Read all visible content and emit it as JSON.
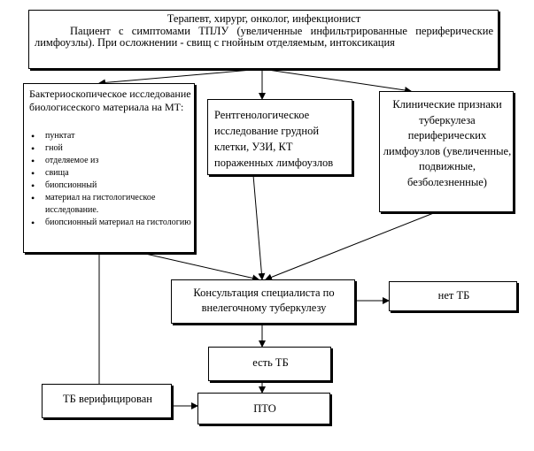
{
  "top_box": {
    "title": "Терапевт, хирург, онколог, инфекционист",
    "text": "Пациент с симптомами ТПЛУ (увеличенные инфильтрированные периферические лимфоузлы). При осложнении - свищ с гнойным отделяемым, интоксикация"
  },
  "bacterioscopic": {
    "title": "Бактериоскопическое исследование биологисеского материала на МТ:",
    "items": [
      "пунктат",
      "гной",
      "отделяемое из",
      "свища",
      "биопсионный",
      "материал на гистологическое исследование.",
      "биопсионный материал на гистологию"
    ]
  },
  "xray": {
    "text": "Рентгенологическое исследование грудной клетки, УЗИ, КТ пораженных лимфоузлов"
  },
  "clinical": {
    "text": "Клинические признаки туберкулеза периферических лимфоузлов (увеличенные, подвижные, безболезненные)"
  },
  "consult": {
    "text": "Консультация специалиста по внелегочному туберкулезу"
  },
  "no_tb": {
    "text": "нет ТБ"
  },
  "yes_tb": {
    "text": "есть ТБ"
  },
  "verified": {
    "text": "ТБ верифицирован"
  },
  "pto": {
    "text": "ПТО"
  }
}
